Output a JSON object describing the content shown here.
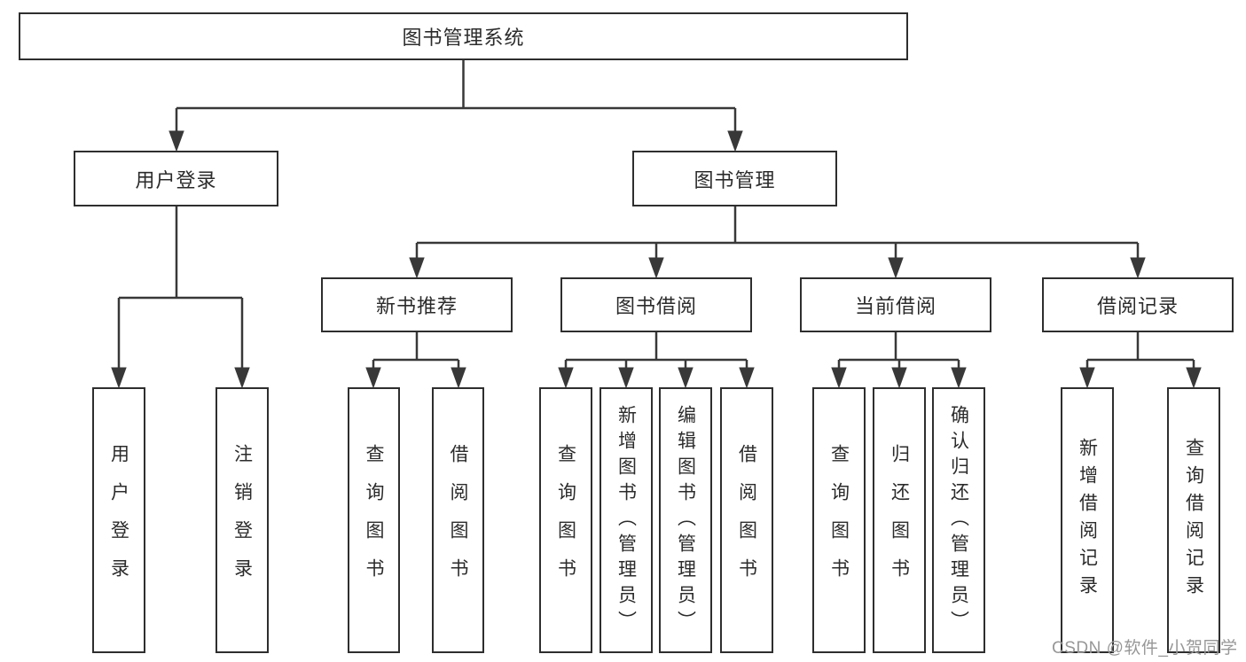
{
  "watermark": "CSDN @软件_小贺同学",
  "colors": {
    "background": "#ffffff",
    "box_border": "#2e2e2e",
    "connector_line": "#383838",
    "text": "#2b2b2b",
    "watermark_text": "#979797"
  },
  "nodes": {
    "root": {
      "label": "图书管理系统"
    },
    "user_login": {
      "label": "用户登录"
    },
    "book_management": {
      "label": "图书管理"
    },
    "new_book_recommend": {
      "label": "新书推荐"
    },
    "book_borrow": {
      "label": "图书借阅"
    },
    "current_borrow": {
      "label": "当前借阅"
    },
    "borrow_records": {
      "label": "借阅记录"
    },
    "leaf_user_login": {
      "label": "用户登录"
    },
    "leaf_logout": {
      "label": "注销登录"
    },
    "leaf_query_book_1": {
      "label": "查询图书"
    },
    "leaf_borrow_book_1": {
      "label": "借阅图书"
    },
    "leaf_query_book_2": {
      "label": "查询图书"
    },
    "leaf_add_book": {
      "label": "新增图书（管理员）"
    },
    "leaf_edit_book": {
      "label": "编辑图书（管理员）"
    },
    "leaf_borrow_book_2": {
      "label": "借阅图书"
    },
    "leaf_query_book_3": {
      "label": "查询图书"
    },
    "leaf_return_book": {
      "label": "归还图书"
    },
    "leaf_confirm_return": {
      "label": "确认归还（管理员）"
    },
    "leaf_add_borrow_record": {
      "label": "新增借阅记录"
    },
    "leaf_query_borrow_record": {
      "label": "查询借阅记录"
    }
  },
  "hierarchy": {
    "图书管理系统": {
      "用户登录": [
        "用户登录",
        "注销登录"
      ],
      "图书管理": {
        "新书推荐": [
          "查询图书",
          "借阅图书"
        ],
        "图书借阅": [
          "查询图书",
          "新增图书（管理员）",
          "编辑图书（管理员）",
          "借阅图书"
        ],
        "当前借阅": [
          "查询图书",
          "归还图书",
          "确认归还（管理员）"
        ],
        "借阅记录": [
          "新增借阅记录",
          "查询借阅记录"
        ]
      }
    }
  }
}
